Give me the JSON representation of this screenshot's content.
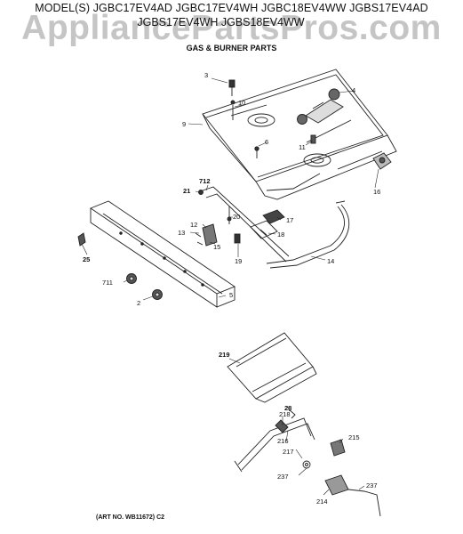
{
  "header": {
    "models_line1": "MODEL(S) JGBC17EV4AD JGBC17EV4WH JGBC18EV4WW JGBS17EV4AD",
    "models_line2": "JGBS17EV4WH JGBS18EV4WW",
    "subtitle": "GAS & BURNER PARTS"
  },
  "watermark": "AppliancePartsPros.com",
  "footer": {
    "art_no": "(ART NO. WB11672) C2"
  },
  "callouts": {
    "c2": "2",
    "c3": "3",
    "c4": "4",
    "c5": "5",
    "c6": "6",
    "c9": "9",
    "c10": "10",
    "c11": "11",
    "c12": "12",
    "c13": "13",
    "c14": "14",
    "c15": "15",
    "c16": "16",
    "c17": "17",
    "c18": "18",
    "c19": "19",
    "c20": "20",
    "c21": "21",
    "c25": "25",
    "c28": "28",
    "c215": "215",
    "c216": "216",
    "c217": "217",
    "c218": "218",
    "c219": "219",
    "c237": "237",
    "c214": "214",
    "c711": "711",
    "c712": "712"
  }
}
